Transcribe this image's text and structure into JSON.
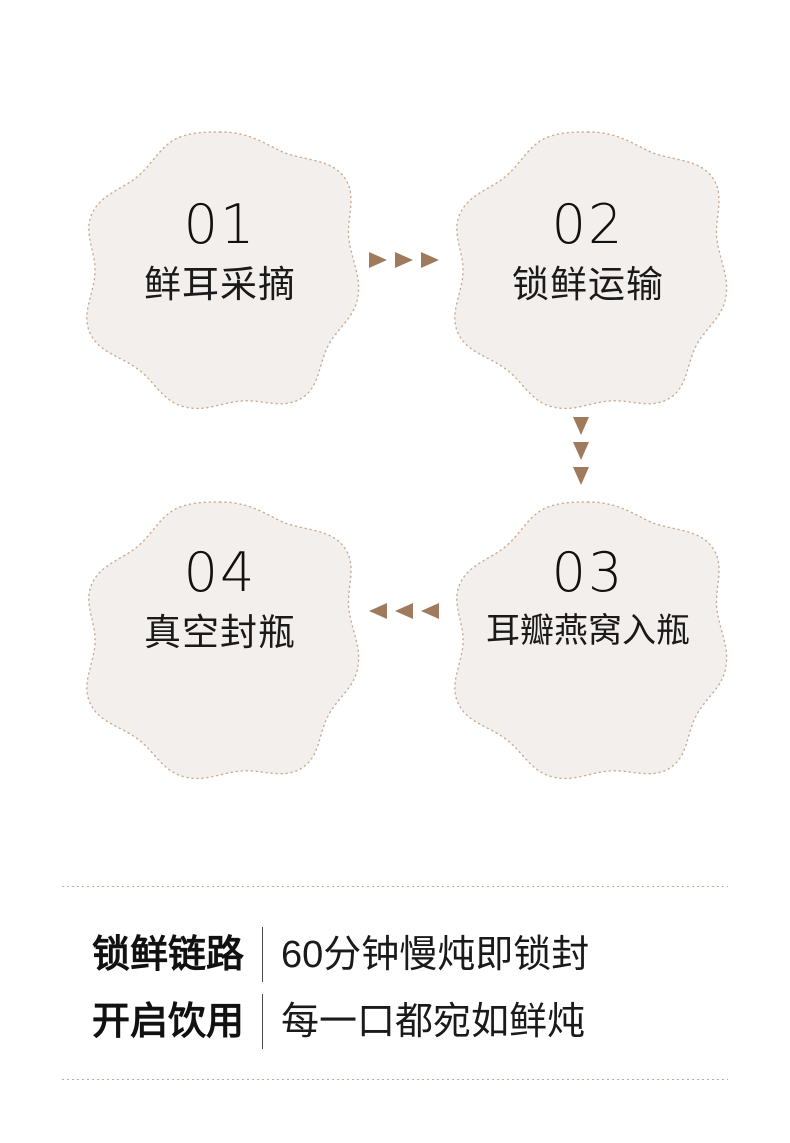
{
  "page": {
    "background_color": "#ffffff",
    "blob_fill_color": "#F3EFEC",
    "blob_border_color": "#c9a98f",
    "arrow_color": "#a07a5c",
    "text_color": "#111111"
  },
  "steps": [
    {
      "id": "01",
      "number": "01",
      "label": "鲜耳采摘"
    },
    {
      "id": "02",
      "number": "02",
      "label": "锁鲜运输"
    },
    {
      "id": "03",
      "number": "03",
      "label": "耳瓣燕窝入瓶"
    },
    {
      "id": "04",
      "number": "04",
      "label": "真空封瓶"
    }
  ],
  "arrows": [
    {
      "name": "arrow-step1-to-step2",
      "direction": "right",
      "count": 3
    },
    {
      "name": "arrow-step2-to-step3",
      "direction": "down",
      "count": 3
    },
    {
      "name": "arrow-step3-to-step4",
      "direction": "left",
      "count": 3
    }
  ],
  "footer": {
    "lines": [
      {
        "strong": "锁鲜链路",
        "separator": "|",
        "light": "60分钟慢炖即锁封"
      },
      {
        "strong": "开启饮用",
        "separator": "|",
        "light": "每一口都宛如鲜炖"
      }
    ]
  }
}
